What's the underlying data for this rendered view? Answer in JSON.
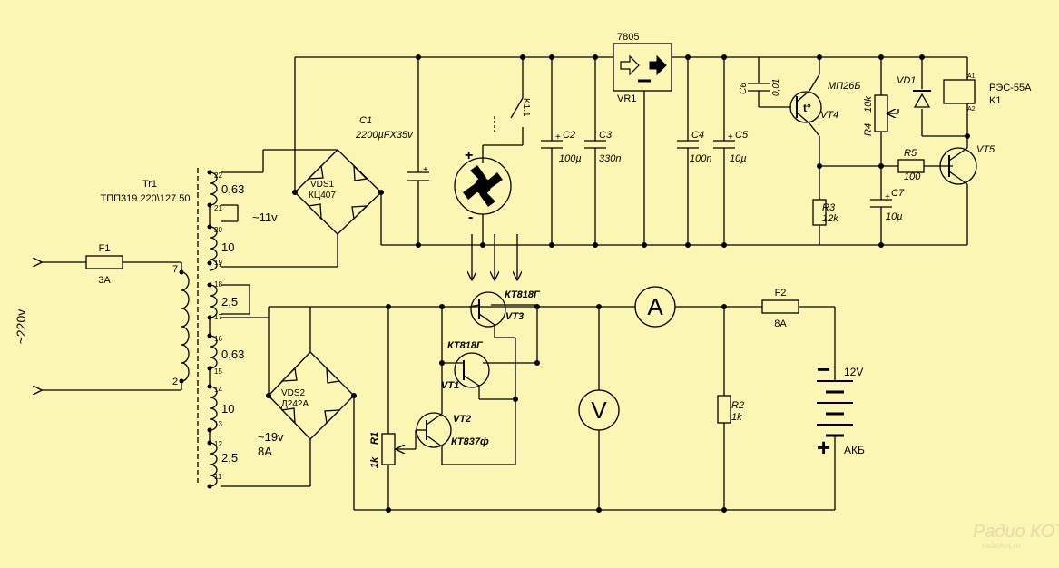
{
  "colors": {
    "background": "#fbf6b4",
    "wire": "#000000",
    "watermark": "#e8d9a6"
  },
  "mains": {
    "voltage": "~220v"
  },
  "fuses": {
    "f1": {
      "ref": "F1",
      "rating": "3A"
    },
    "f2": {
      "ref": "F2",
      "rating": "8A"
    }
  },
  "transformer": {
    "ref": "Tr1",
    "type": "ТПП319 220\\127 50",
    "primary_pins": [
      "7",
      "2"
    ],
    "pins": [
      "22",
      "21",
      "20",
      "19",
      "18",
      "17",
      "16",
      "15",
      "14",
      "13",
      "12",
      "11"
    ],
    "winding_voltages": [
      "0,63",
      "10",
      "2,5",
      "0,63",
      "10",
      "2,5"
    ],
    "out_low": "~11v",
    "out_high": "~19v",
    "out_high_current": "8A"
  },
  "c1": {
    "ref": "C1",
    "value": "2200µFX35v"
  },
  "vds1": {
    "ref": "VDS1",
    "part": "КЦ407"
  },
  "vds2": {
    "ref": "VDS2",
    "part": "Д242А"
  },
  "k1_contact": {
    "ref": "K1.1"
  },
  "fan": {
    "plus": "+",
    "minus": "-"
  },
  "c2": {
    "ref": "C2",
    "value": "100µ"
  },
  "c3": {
    "ref": "C3",
    "value": "330n"
  },
  "vr1": {
    "part": "7805",
    "ref": "VR1"
  },
  "c4": {
    "ref": "C4",
    "value": "100n"
  },
  "c5": {
    "ref": "C5",
    "value": "10µ"
  },
  "c6": {
    "ref": "C6",
    "value": "0,01"
  },
  "vt4": {
    "ref": "VT4",
    "part": "МП26Б",
    "mark": "t°"
  },
  "r4": {
    "ref": "R4",
    "value": "10k"
  },
  "vd1": {
    "ref": "VD1"
  },
  "relay": {
    "part": "РЭС-55А",
    "ref": "K1",
    "a1": "А1",
    "a2": "А2"
  },
  "r5": {
    "ref": "R5",
    "value": "100"
  },
  "vt5": {
    "ref": "VT5"
  },
  "r3": {
    "ref": "R3",
    "value": "12k"
  },
  "c7": {
    "ref": "C7",
    "value": "10µ"
  },
  "vt3": {
    "ref": "VT3",
    "part": "КТ818Г"
  },
  "vt1": {
    "ref": "VT1",
    "part": "КТ818Г"
  },
  "vt2": {
    "ref": "VT2",
    "part": "КТ837ф"
  },
  "r1": {
    "ref": "R1",
    "value": "1k"
  },
  "r2": {
    "ref": "R2",
    "value": "1k"
  },
  "ammeter": {
    "symbol": "A"
  },
  "voltmeter": {
    "symbol": "V"
  },
  "battery": {
    "voltage": "12V",
    "label": "АКБ",
    "minus": "−",
    "plus": "+"
  },
  "watermark": {
    "title": "Радио КОТ",
    "url": "radiokot.ru"
  }
}
